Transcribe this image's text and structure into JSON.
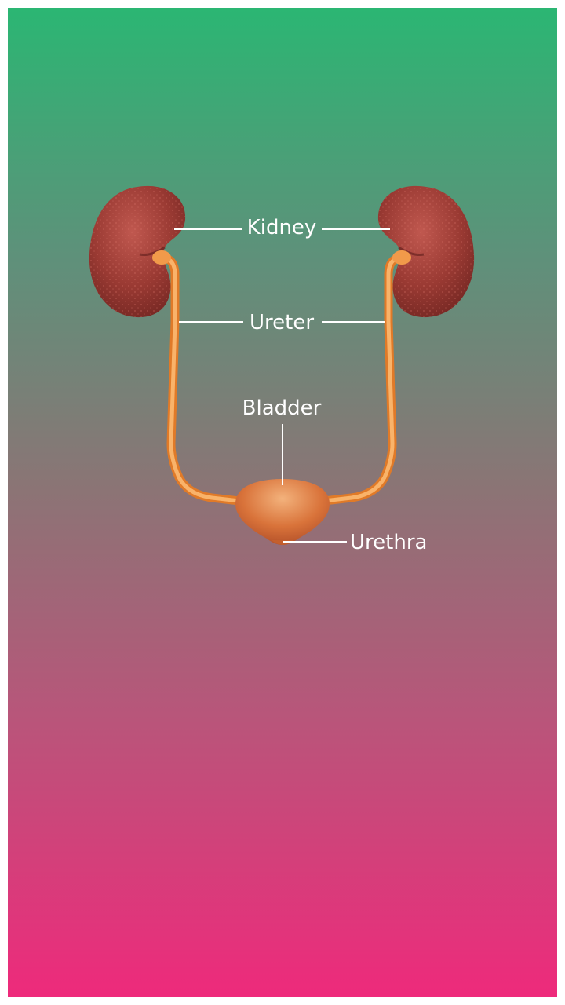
{
  "labels": {
    "kidney": "Kidney",
    "ureter": "Ureter",
    "bladder": "Bladder",
    "urethra": "Urethra"
  },
  "colors": {
    "background_top": "#2bb673",
    "background_bottom": "#ee2a7b",
    "kidney": "#8e2f2a",
    "ureter": "#f59a3c",
    "bladder": "#d9733a",
    "leader_line": "#ffffff"
  }
}
